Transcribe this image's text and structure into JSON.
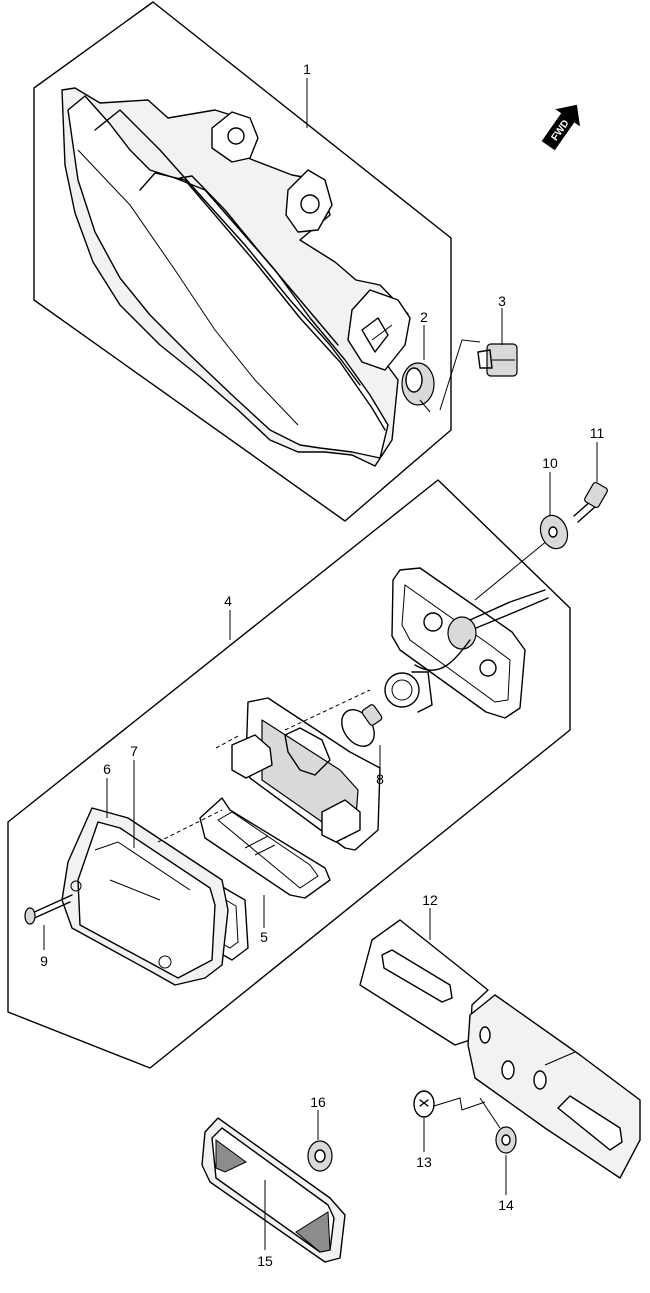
{
  "callouts": {
    "c1": "1",
    "c2": "2",
    "c3": "3",
    "c4": "4",
    "c5": "5",
    "c6": "6",
    "c7": "7",
    "c8": "8",
    "c9": "9",
    "c10": "10",
    "c11": "11",
    "c12": "12",
    "c13": "13",
    "c14": "14",
    "c15": "15",
    "c16": "16"
  },
  "fwd_marker": {
    "label": "FWD"
  },
  "colors": {
    "line": "#000000",
    "fill_light": "#f2f2f2",
    "fill_shade": "#d9d9d9",
    "background": "#ffffff"
  }
}
